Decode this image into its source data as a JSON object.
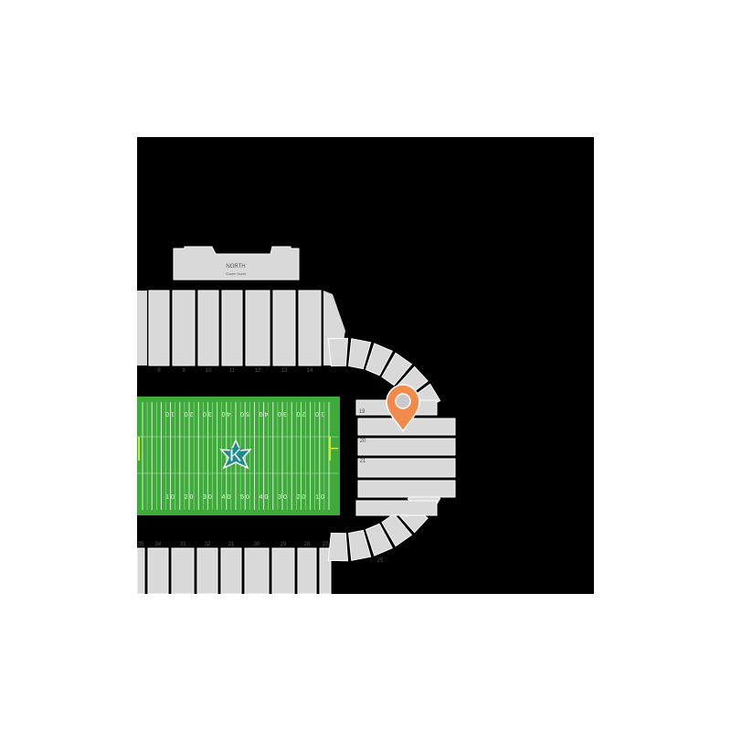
{
  "colors": {
    "background": "#000000",
    "page": "#ffffff",
    "section": "#d9d9d9",
    "section_stroke": "#ffffff",
    "section_label": "#555555",
    "field": "#3eaa3a",
    "field_dark": "#33942f",
    "yard_line": "#e8f5e6",
    "goalpost": "#d6e23a",
    "logo_teal": "#1e8a8a",
    "logo_white": "#ffffff",
    "pin": "#f28a4b",
    "pin_center": "#c9c9c9"
  },
  "press_box": {
    "title": "NORTH",
    "subtitle": "Charter Boxes"
  },
  "sections": {
    "north": [
      "8",
      "9",
      "10",
      "11",
      "12",
      "13",
      "14"
    ],
    "east_upper": [
      "19"
    ],
    "east_mid": [
      "20",
      "21"
    ],
    "east_lower": [
      "25"
    ],
    "south": [
      "35",
      "34",
      "33",
      "32",
      "31",
      "30",
      "29",
      "28",
      "27"
    ]
  },
  "field": {
    "top_numbers": [
      "1 0",
      "2 0",
      "3 0",
      "4 0",
      "5 0",
      "4 0",
      "3 0",
      "2 0",
      "1 0"
    ],
    "bottom_numbers": [
      "1 0",
      "2 0",
      "3 0",
      "4 0",
      "5 0",
      "4 0",
      "3 0",
      "2 0",
      "1 0"
    ],
    "logo_letter": "K"
  },
  "marker": {
    "icon": "map-pin-icon",
    "section": "19"
  }
}
